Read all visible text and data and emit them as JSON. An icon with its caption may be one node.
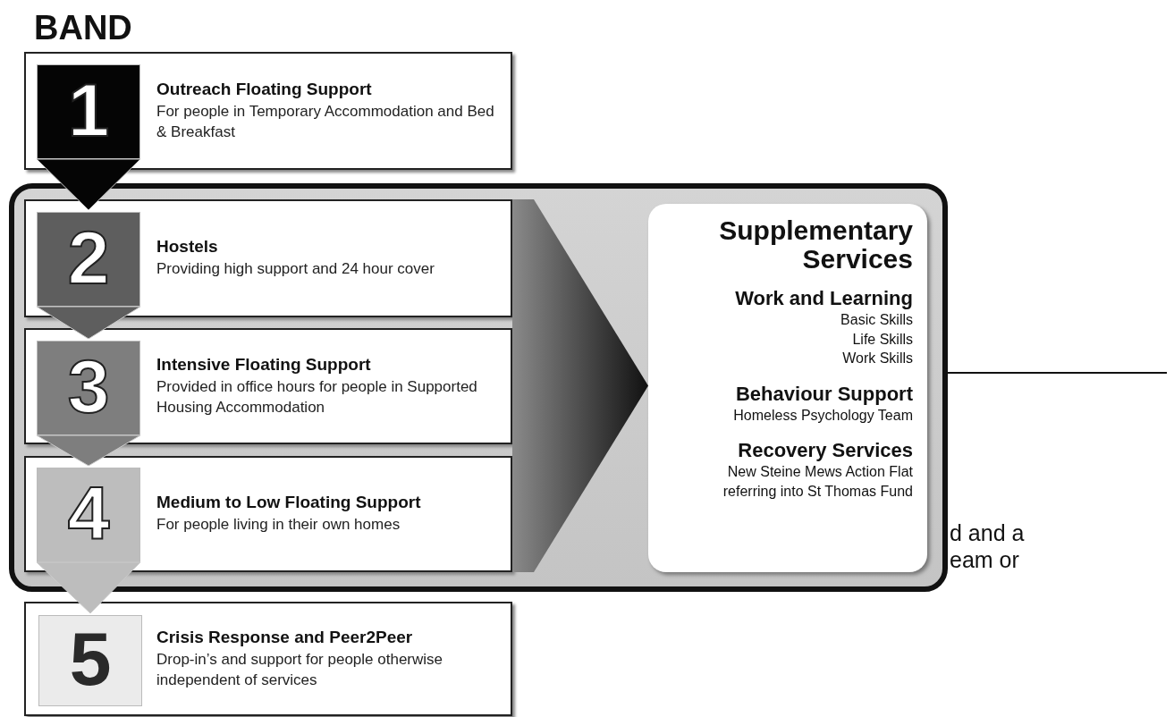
{
  "diagram": {
    "title": "BAND",
    "nodes": [
      {
        "text": [
          "Outreach Floating Support",
          "For people in Temporary Accommodation and Bed & Breakfast"
        ]
      },
      {
        "text": [
          "1"
        ],
        "in": 0
      },
      {
        "text": [],
        "shape": "box"
      },
      {
        "text": [
          "Hostels",
          "Providing high support and 24 hour cover"
        ],
        "in": 2
      },
      {
        "text": [
          "2"
        ],
        "in": 3
      },
      {
        "text": [
          "Intensive Floating Support",
          "Provided in office hours for people in Supported Housing Accommodation"
        ],
        "in": 2
      },
      {
        "text": [
          "3"
        ],
        "in": 5
      },
      {
        "text": [
          "Medium to Low Floating Support",
          "For people living in their own homes"
        ],
        "in": 2
      },
      {
        "text": [
          "4"
        ],
        "in": 7
      },
      {
        "text": [
          "Supplementary Services",
          "Work and Learning",
          "Basic Skills",
          "Life Skills",
          "Work Skills",
          "Behaviour Support",
          "Homeless Psychology Team",
          "Recovery Services",
          "New Steine Mews Action Flat referring into St Thomas Fund"
        ],
        "in": 2
      },
      {
        "text": [
          "Crisis Response and Peer2Peer",
          "Drop-in’s and support for people otherwise independent of services"
        ]
      },
      {
        "text": [
          "5"
        ],
        "in": 10
      }
    ],
    "edges": [
      {
        "from": 1,
        "to": 4,
        "arrow": "to"
      },
      {
        "from": 4,
        "to": 6,
        "arrow": "to"
      },
      {
        "from": 6,
        "to": 8,
        "arrow": "to"
      },
      {
        "from": 8,
        "to": 11,
        "arrow": "to"
      },
      {
        "from": 3,
        "to": 9,
        "arrow": "to"
      },
      {
        "from": 5,
        "to": 9,
        "arrow": "to"
      },
      {
        "from": 7,
        "to": 9,
        "arrow": "to"
      }
    ],
    "labels": [
      "d and a",
      "eam or"
    ]
  }
}
